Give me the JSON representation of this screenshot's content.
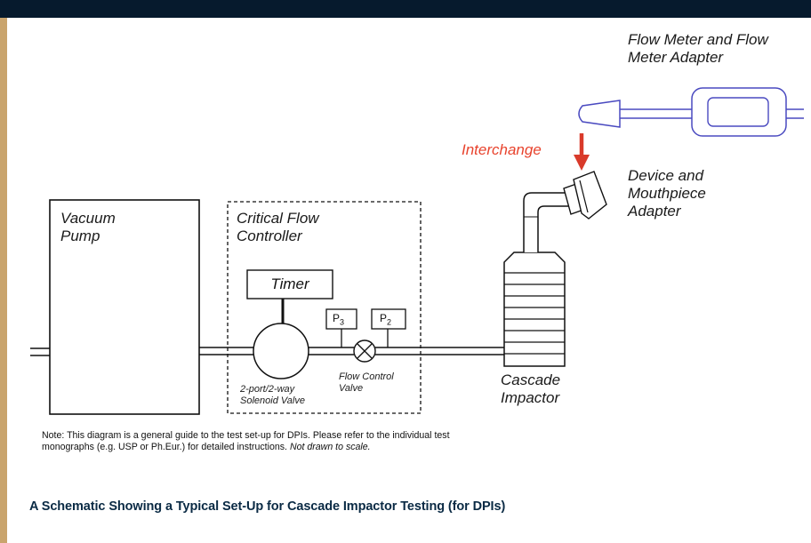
{
  "labels": {
    "flow_meter": [
      "Flow Meter and Flow",
      "Meter Adapter"
    ],
    "interchange": "Interchange",
    "device": [
      "Device and",
      "Mouthpiece",
      "Adapter"
    ],
    "vacuum_pump": [
      "Vacuum",
      "Pump"
    ],
    "critical_flow": [
      "Critical Flow",
      "Controller"
    ],
    "timer": "Timer",
    "p3": "P",
    "p3_sub": "3",
    "p2": "P",
    "p2_sub": "2",
    "flow_control": [
      "Flow Control",
      "Valve"
    ],
    "solenoid": [
      "2-port/2-way",
      "Solenoid Valve"
    ],
    "cascade": [
      "Cascade",
      "Impactor"
    ]
  },
  "note": {
    "text": "Note: This diagram is a general guide to the test set-up for DPIs. Please refer to the individual test monographs (e.g. USP or Ph.Eur.) for detailed instructions.",
    "emphasis": "Not drawn to scale."
  },
  "caption": "A Schematic Showing a Typical Set-Up for Cascade Impactor Testing (for DPIs)",
  "colors": {
    "top_bar": "#061a2d",
    "left_bar": "#c9a46d",
    "flow_meter_stroke": "#4a4ac0",
    "interchange_red": "#e8432d",
    "caption_blue": "#0a2a44"
  }
}
